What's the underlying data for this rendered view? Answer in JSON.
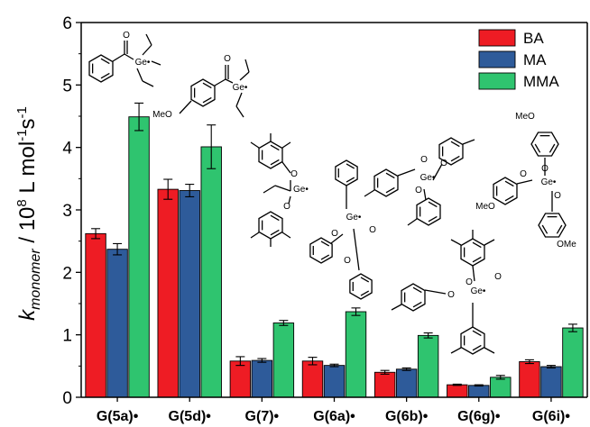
{
  "chart_data": {
    "type": "bar",
    "categories": [
      "G(5a)•",
      "G(5d)•",
      "G(7)•",
      "G(6a)•",
      "G(6b)•",
      "G(6g)•",
      "G(6i)•"
    ],
    "series": [
      {
        "name": "BA",
        "color": "#ee1c24",
        "values": [
          2.62,
          3.33,
          0.58,
          0.58,
          0.4,
          0.2,
          0.57
        ],
        "errors": [
          0.08,
          0.16,
          0.07,
          0.06,
          0.03,
          0.01,
          0.03
        ]
      },
      {
        "name": "MA",
        "color": "#2e5b9a",
        "values": [
          2.37,
          3.31,
          0.59,
          0.51,
          0.45,
          0.19,
          0.49
        ],
        "errors": [
          0.09,
          0.1,
          0.03,
          0.02,
          0.02,
          0.01,
          0.02
        ]
      },
      {
        "name": "MMA",
        "color": "#2fc46f",
        "values": [
          4.49,
          4.01,
          1.19,
          1.37,
          0.99,
          0.32,
          1.11
        ],
        "errors": [
          0.22,
          0.35,
          0.04,
          0.06,
          0.04,
          0.03,
          0.06
        ]
      }
    ],
    "ylabel": {
      "main": "k",
      "sub": "monomer",
      "mid": " / 10",
      "exp": "8",
      "unit": " L mol",
      "exp2": "-1",
      "tail": "s",
      "exp3": "-1"
    },
    "ylim": [
      0,
      6
    ],
    "yticks": [
      "0",
      "1",
      "2",
      "3",
      "4",
      "5",
      "6"
    ],
    "legend_position": "top-right",
    "grid": false,
    "structure_labels": {
      "ge": "Ge",
      "dot": "•",
      "o": "O",
      "meo": "MeO",
      "ome": "OMe"
    }
  }
}
